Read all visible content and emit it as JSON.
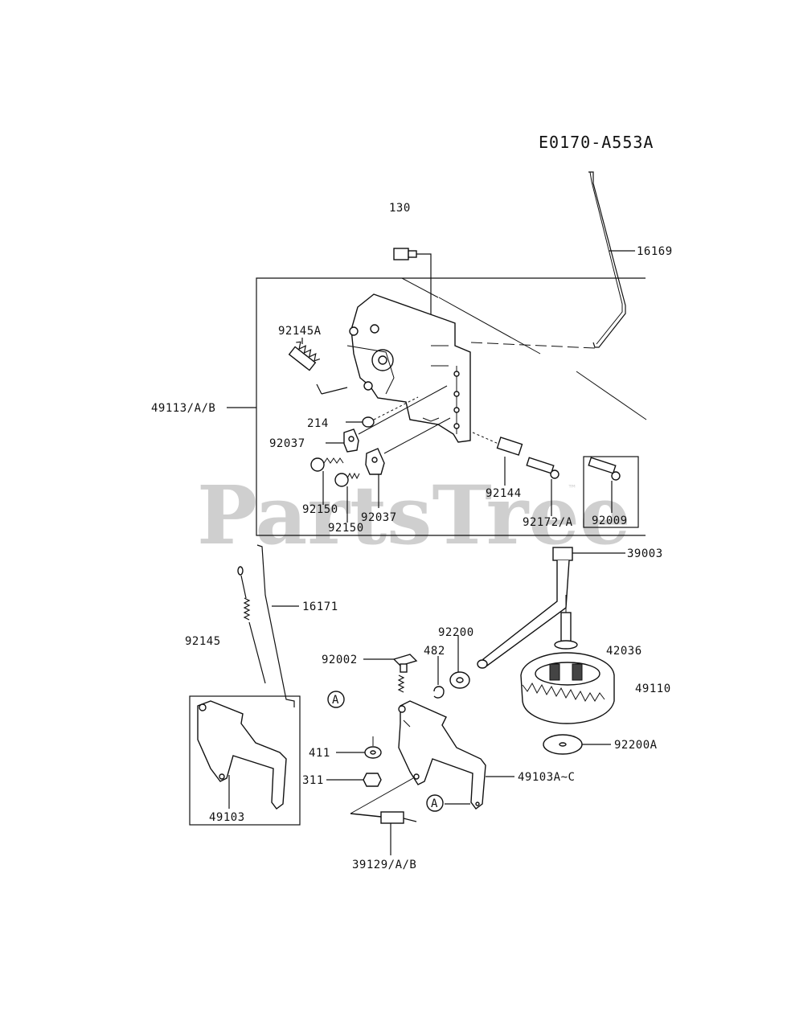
{
  "diagram": {
    "code": "E0170-A553A",
    "watermark": "PartsTree",
    "trademark": "™",
    "callout_marker": "A",
    "parts": {
      "p130": "130",
      "p16169": "16169",
      "p92145A": "92145A",
      "p49113": "49113/A/B",
      "p214": "214",
      "p92037a": "92037",
      "p92037b": "92037",
      "p92150a": "92150",
      "p92150b": "92150",
      "p92144": "92144",
      "p92172": "92172/A",
      "p92009": "92009",
      "p39003": "39003",
      "p16171": "16171",
      "p92145": "92145",
      "p92200": "92200",
      "p42036": "42036",
      "p92002": "92002",
      "p482": "482",
      "p49110": "49110",
      "p411": "411",
      "p92200A": "92200A",
      "p311": "311",
      "p49103AC": "49103A~C",
      "p49103": "49103",
      "p39129": "39129/A/B"
    }
  }
}
